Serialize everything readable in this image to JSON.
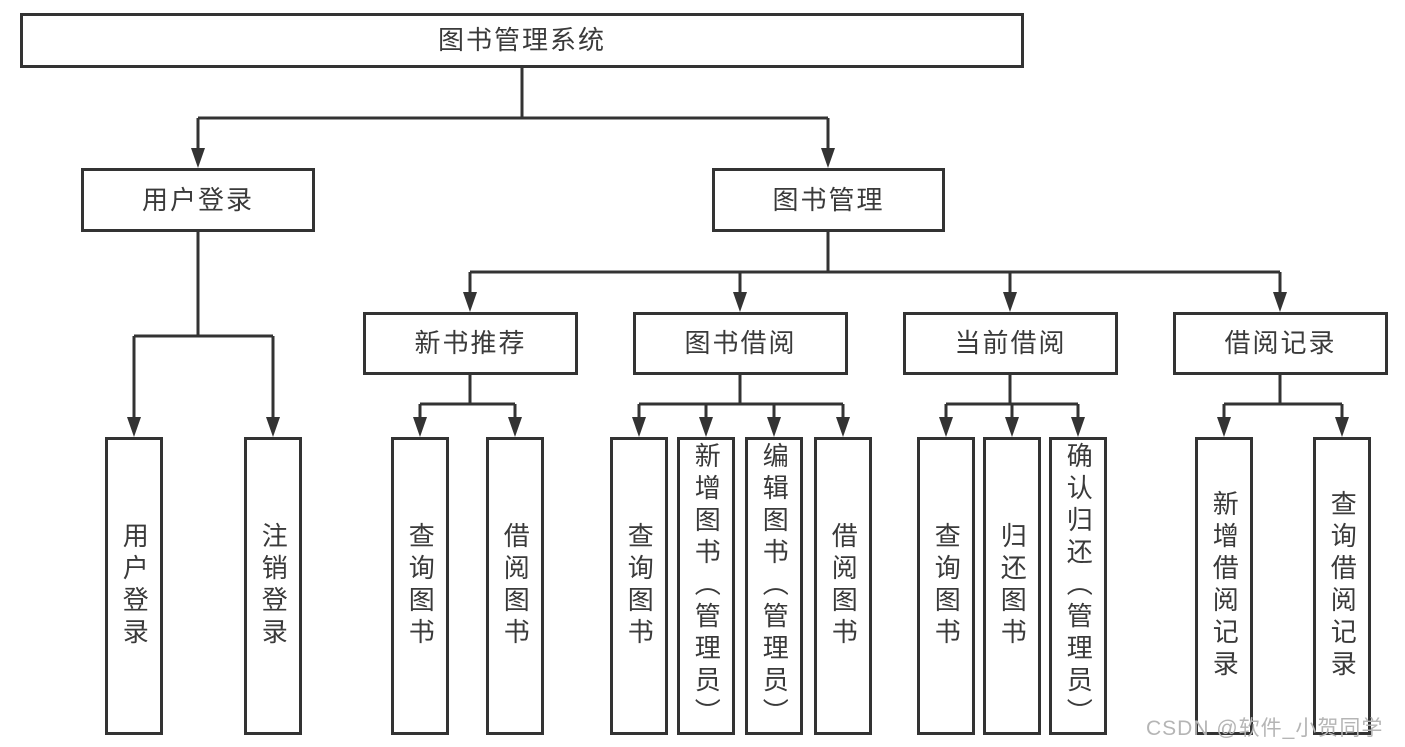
{
  "diagram_type": "hierarchy",
  "colors": {
    "line": "#333333",
    "text": "#3a3a3a",
    "background": "#ffffff",
    "watermark": "#b5b5b5"
  },
  "tree": {
    "label": "图书管理系统",
    "children": [
      {
        "label": "用户登录",
        "children": [
          {
            "label": "用户登录"
          },
          {
            "label": "注销登录"
          }
        ]
      },
      {
        "label": "图书管理",
        "children": [
          {
            "label": "新书推荐",
            "children": [
              {
                "label": "查询图书"
              },
              {
                "label": "借阅图书"
              }
            ]
          },
          {
            "label": "图书借阅",
            "children": [
              {
                "label": "查询图书"
              },
              {
                "label": "新增图书（管理员）"
              },
              {
                "label": "编辑图书（管理员）"
              },
              {
                "label": "借阅图书"
              }
            ]
          },
          {
            "label": "当前借阅",
            "children": [
              {
                "label": "查询图书"
              },
              {
                "label": "归还图书"
              },
              {
                "label": "确认归还（管理员）"
              }
            ]
          },
          {
            "label": "借阅记录",
            "children": [
              {
                "label": "新增借阅记录"
              },
              {
                "label": "查询借阅记录"
              }
            ]
          }
        ]
      }
    ]
  },
  "watermark": {
    "text": "CSDN @软件_小贺同学"
  }
}
